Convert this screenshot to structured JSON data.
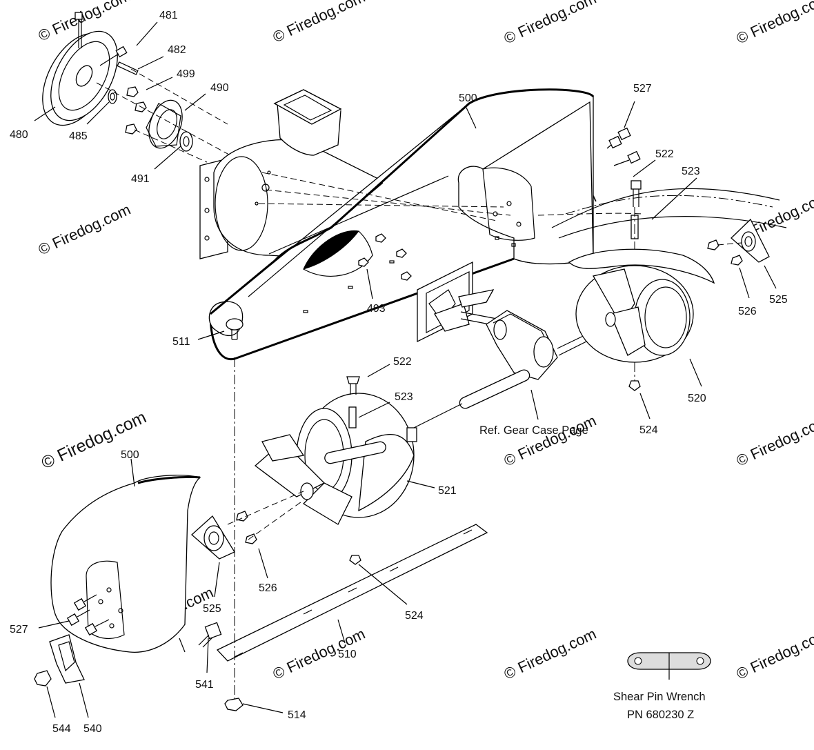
{
  "watermark": {
    "text": "© Firedog.com",
    "faint_text": "© Firedog.com"
  },
  "part_labels": {
    "p481": "481",
    "p482": "482",
    "p499": "499",
    "p490": "490",
    "p480": "480",
    "p485": "485",
    "p491": "491",
    "p500_top": "500",
    "p527_top": "527",
    "p522_top": "522",
    "p523_top": "523",
    "p493": "493",
    "p511": "511",
    "p526_right": "526",
    "p525_right": "525",
    "p520": "520",
    "p524_right": "524",
    "p522_mid": "522",
    "p523_mid": "523",
    "p521": "521",
    "p500_bottom": "500",
    "p526_left": "526",
    "p525_left": "525",
    "p524_mid": "524",
    "p527_left": "527",
    "p510": "510",
    "p541": "541",
    "p514": "514",
    "p544": "544",
    "p540": "540"
  },
  "references": {
    "gear_case": "Ref. Gear Case Page",
    "wrench_line1": "Shear Pin Wrench",
    "wrench_line2": "PN 680230 Z"
  }
}
